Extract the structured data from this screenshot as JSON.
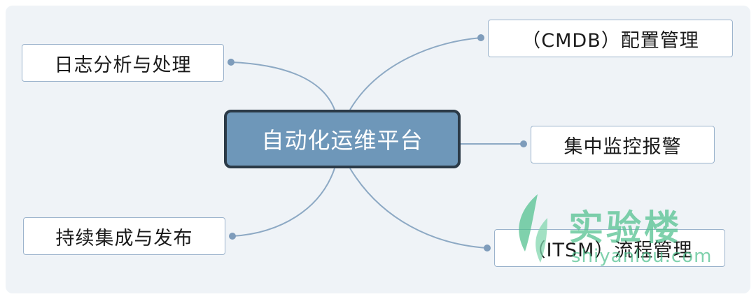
{
  "diagram": {
    "center": {
      "label": "自动化运维平台"
    },
    "branches": [
      {
        "id": "log",
        "label": "日志分析与处理"
      },
      {
        "id": "ci",
        "label": "持续集成与发布"
      },
      {
        "id": "cmdb",
        "label": "（CMDB）配置管理"
      },
      {
        "id": "monitor",
        "label": "集中监控报警"
      },
      {
        "id": "itsm",
        "label": "（ITSM）流程管理"
      }
    ]
  },
  "watermark": {
    "brand": "实验楼",
    "url": "shiyanlou.com",
    "icon": "leaf-logo-icon"
  },
  "colors": {
    "background": "#eff3f7",
    "central_fill": "#6e97b9",
    "central_border": "#2b3a47",
    "link": "#8da9c4",
    "node_border": "#9bb3cc",
    "watermark": "#4fc08d"
  }
}
